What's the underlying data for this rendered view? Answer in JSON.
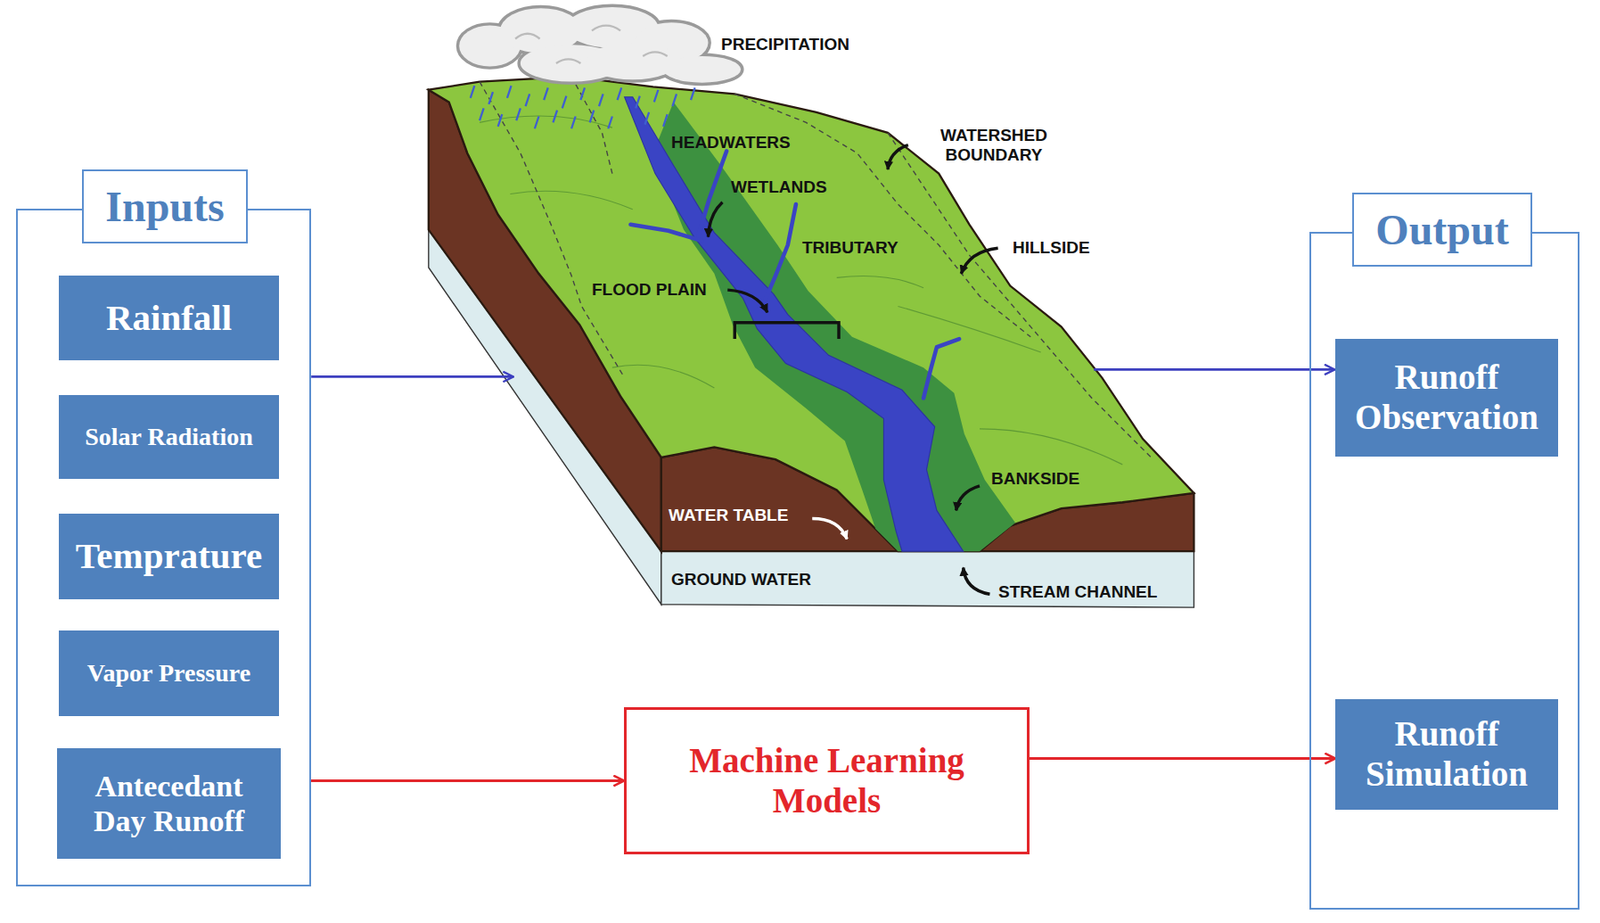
{
  "diagram": {
    "nodes": [
      {
        "text": [
          "Inputs"
        ]
      },
      {
        "text": [
          "Rainfall"
        ],
        "in": 0
      },
      {
        "text": [
          "Solar Radiation"
        ],
        "in": 0
      },
      {
        "text": [
          "Temprature"
        ],
        "in": 0
      },
      {
        "text": [
          "Vapor Pressure"
        ],
        "in": 0
      },
      {
        "text": [
          "Antecedant Day Runoff"
        ],
        "in": 0
      },
      {
        "text": [
          "Machine Learning Models"
        ]
      },
      {
        "text": [
          "Output"
        ]
      },
      {
        "text": [
          "Runoff Observation"
        ],
        "in": 7
      },
      {
        "text": [
          "Runoff Simulation"
        ],
        "in": 7
      }
    ],
    "edges": [
      {
        "from": 0,
        "to": 6,
        "arrow": "to"
      },
      {
        "from": 6,
        "to": 9,
        "arrow": "to"
      }
    ],
    "labels": [
      "PRECIPITATION",
      "HEADWATERS",
      "WATERSHED BOUNDARY",
      "WETLANDS",
      "TRIBUTARY",
      "HILLSIDE",
      "FLOOD PLAIN",
      "BANKSIDE",
      "WATER TABLE",
      "GROUND WATER",
      "STREAM CHANNEL"
    ]
  }
}
